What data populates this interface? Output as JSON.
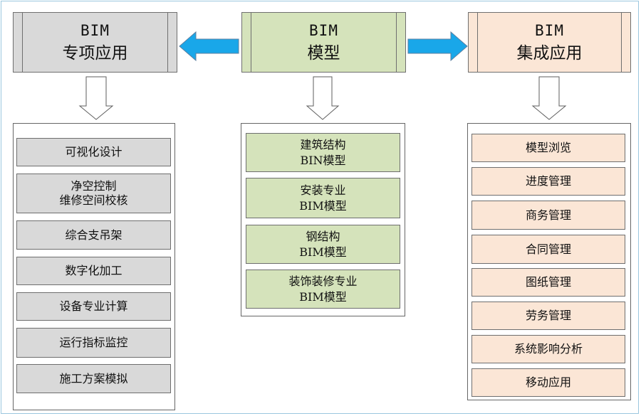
{
  "headers": {
    "left": {
      "line1": "BIM",
      "line2": "专项应用"
    },
    "center": {
      "line1": "BIM",
      "line2": "模型"
    },
    "right": {
      "line1": "BIM",
      "line2": "集成应用"
    }
  },
  "left_items": [
    "可视化设计",
    "净空控制\n维修空间校核",
    "综合支吊架",
    "数字化加工",
    "设备专业计算",
    "运行指标监控",
    "施工方案模拟"
  ],
  "center_items": [
    "建筑结构\nBIN模型",
    "安装专业\nBIM模型",
    "钢结构\nBIM模型",
    "装饰装修专业\nBIM模型"
  ],
  "right_items": [
    "模型浏览",
    "进度管理",
    "商务管理",
    "合同管理",
    "图纸管理",
    "劳务管理",
    "系统影响分析",
    "移动应用"
  ],
  "colors": {
    "gray_box": "#d9d9d9",
    "green_box": "#d5e3bb",
    "peach_box": "#fbe6d6",
    "blue_arrow": "#19a7e9",
    "blue_arrow_outline": "#5b7fa0"
  }
}
